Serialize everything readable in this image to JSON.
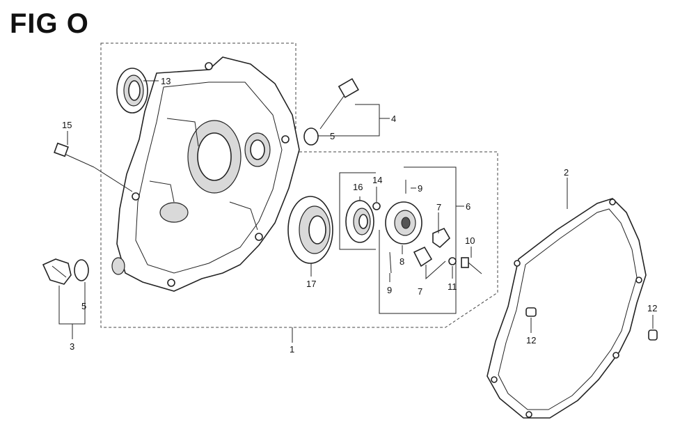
{
  "figure": {
    "title": "FIG O"
  },
  "callouts": {
    "c1": "1",
    "c2": "2",
    "c3": "3",
    "c4": "4",
    "c5a": "5",
    "c5b": "5",
    "c6": "6",
    "c7a": "7",
    "c7b": "7",
    "c8": "8",
    "c9a": "9",
    "c9b": "9",
    "c10": "10",
    "c11": "11",
    "c12a": "12",
    "c12b": "12",
    "c13": "13",
    "c14": "14",
    "c15": "15",
    "c16": "16",
    "c17": "17"
  }
}
